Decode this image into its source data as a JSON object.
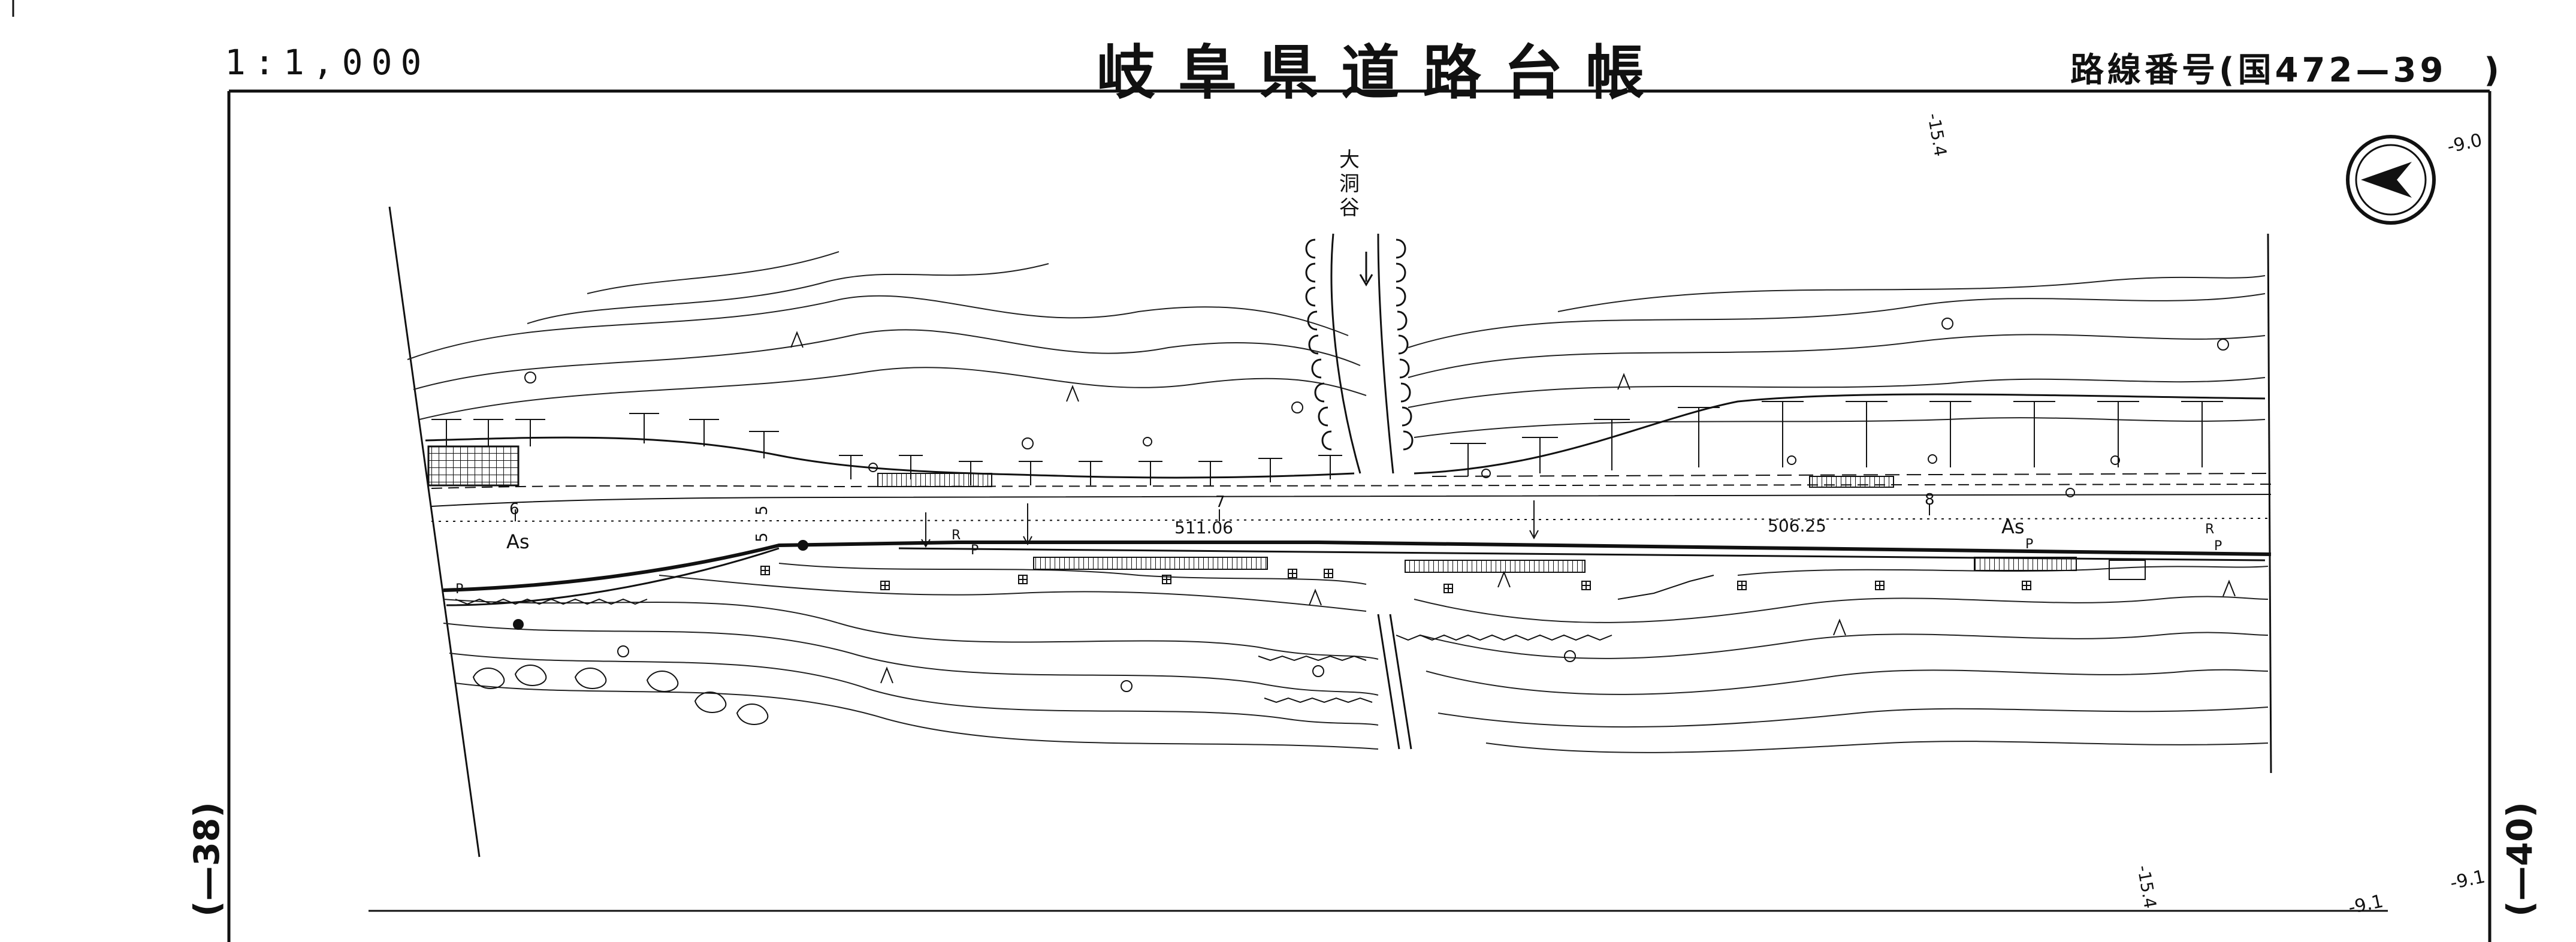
{
  "header": {
    "scale": "1:1,000",
    "title": "岐阜県道路台帳",
    "route_label": "路線番号(国472—39　)"
  },
  "sheet": {
    "prev_page": "(—38)",
    "next_page": "(—40)"
  },
  "map": {
    "stream_name": "大洞谷",
    "stations": [
      "511.06",
      "506.25"
    ],
    "distance_marks": [
      "5",
      "6",
      "7",
      "8",
      "5"
    ],
    "surface_labels": [
      "As",
      "As"
    ],
    "point_labels": [
      "R",
      "P",
      "P",
      "R",
      "P",
      "P"
    ],
    "sheet_refs": [
      "-15.4",
      "-15.4",
      "-9.0",
      "-9.1",
      "-9.1"
    ],
    "north_arrow": "north-arrow-icon"
  }
}
